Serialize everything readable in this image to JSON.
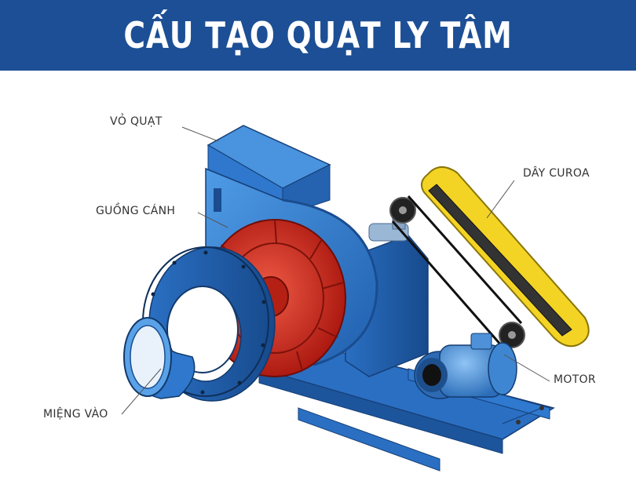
{
  "title": "CẤU TẠO QUẠT LY TÂM",
  "colors": {
    "header": "#1c4f95",
    "blue_body": "#2a7ad1",
    "impeller_red": "#d9271c",
    "belt_yellow": "#f1d21a",
    "leader_line": "#555555"
  },
  "labels": {
    "vo_quat": "VỎ QUẠT",
    "guong_canh": "GUỒNG CÁNH",
    "mieng_vao": "MIỆNG VÀO",
    "day_curoa": "DÂY CUROA",
    "motor": "MOTOR"
  }
}
